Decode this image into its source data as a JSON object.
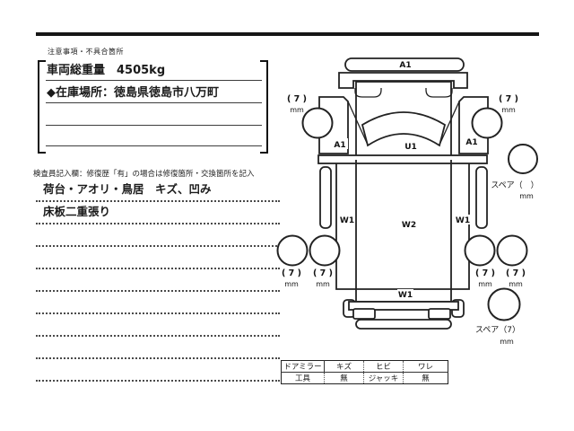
{
  "colors": {
    "ink": "#1a1a1a",
    "line": "#3d3d3d"
  },
  "notes_box": {
    "header": "注意事項・不具合箇所",
    "rows": [
      "車両総重量　4505kg",
      "◆在庫場所：徳島県徳島市八万町",
      "",
      ""
    ]
  },
  "inspector": {
    "caption": "検査員記入欄：修復歴「有」の場合は修復箇所・交換箇所を記入",
    "lines": [
      "荷台・アオリ・鳥居　キズ、凹み",
      "床板二重張り",
      "",
      "",
      "",
      "",
      "",
      "",
      ""
    ]
  },
  "diagram": {
    "panel_labels": {
      "front_bumper": "A1",
      "left_fender": "A1",
      "right_fender": "A1",
      "windshield": "U1",
      "left_gate": "W1",
      "bed_floor": "W2",
      "right_gate": "W1",
      "tail_gate": "W1"
    },
    "tires": {
      "front_left": "( 7 )",
      "front_right": "( 7 )",
      "rear_left_outer": "( 7 )",
      "rear_left_inner": "( 7 )",
      "rear_right_inner": "( 7 )",
      "rear_right_outer": "( 7 )",
      "unit": "mm",
      "spare_top": "スペア（　）",
      "spare_bottom": "スペア（7）"
    }
  },
  "table": {
    "rows": [
      [
        "ドアミラー",
        "キズ",
        "ヒビ",
        "ワレ"
      ],
      [
        "工具",
        "無",
        "ジャッキ",
        "無"
      ]
    ]
  }
}
